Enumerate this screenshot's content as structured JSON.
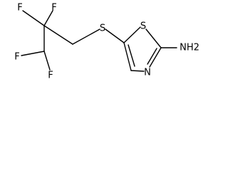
{
  "molecule": {
    "atoms": {
      "f_top_left": "F",
      "f_top_right": "F",
      "f_left": "F",
      "f_bottom": "F",
      "s_thioether": "S",
      "s_ring": "S",
      "n_ring": "N",
      "amine": "NH2"
    }
  }
}
